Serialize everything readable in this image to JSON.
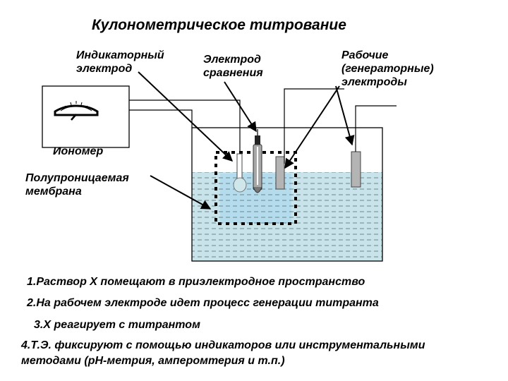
{
  "title": "Кулонометрическое титрование",
  "labels": {
    "indicator_electrode": "Индикаторный\nэлектрод",
    "reference_electrode": "Электрод\nсравнения",
    "working_electrodes": "Рабочие\n(генераторные)\nэлектроды",
    "ionometer": "Иономер",
    "membrane": "Полупроницаемая\nмембрана"
  },
  "steps": [
    "1.Раствор Х помещают в приэлектродное пространство",
    "2.На рабочем электроде идет процесс генерации титранта",
    "3.Х реагирует с титрантом",
    "4.Т.Э. фиксируют с помощью индикаторов или инструментальными\nметодами (рН-метрия, амперомтерия и т.п.)"
  ],
  "colors": {
    "solution": "#c8e4ea",
    "membrane_zone": "#b5dcec",
    "outline": "#000000",
    "electrode_grey": "#b4b4b4",
    "bulb": "#cfe7ea"
  },
  "icons": [
    "gauge-icon",
    "arrow-icon"
  ]
}
